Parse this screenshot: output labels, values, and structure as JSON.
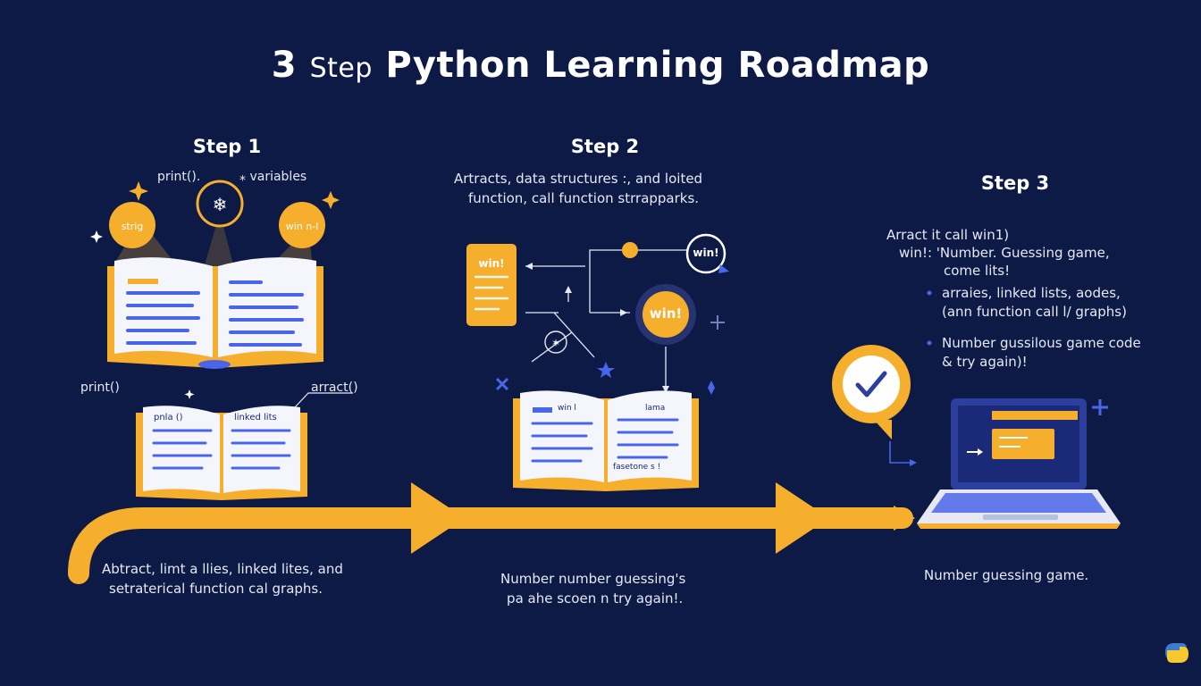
{
  "title": {
    "prefix": "3",
    "step_word": "Step",
    "main": "Python Learning Roadmap"
  },
  "step1": {
    "heading": "Step 1",
    "label_top_left": "print().",
    "label_top_right": "variables",
    "badge_left": "strig",
    "badge_right": "win n-l",
    "label_mid_left": "print()",
    "label_mid_right": "arract()",
    "book_small_left": "pnla ()",
    "book_small_right": "linked lits",
    "bottom_line1": "Abtract, limt a llies, linked lites, and",
    "bottom_line2": "setraterical function cal graphs."
  },
  "step2": {
    "heading": "Step 2",
    "desc_line1": "Artracts, data structures :, and loited",
    "desc_line2": "function, call function strrapparks.",
    "card_label": "win!",
    "circle_small": "win!",
    "circle_big": "win!",
    "book_left_tag": "win l",
    "book_right_tag": "lama",
    "book_right_bottom": "fasetone s !",
    "bottom_line1": "Number number guessing's",
    "bottom_line2": "pa ahe scoen n try again!."
  },
  "step3": {
    "heading": "Step 3",
    "note_line1": "Arract it call  win1)",
    "note_line2": "win!:  'Number. Guessing game,",
    "note_line3": "come lits!",
    "bullet1_line1": "arraies, linked lists, aodes,",
    "bullet1_line2": "(ann function call l/ graphs)",
    "bullet2_line1": "Number gussilous game code",
    "bullet2_line2": "&  try again)!",
    "bottom_line1": "Number guessing game."
  },
  "colors": {
    "background": "#0d1a45",
    "accent_orange": "#f6ae2d",
    "accent_blue": "#4a66e8",
    "page_white": "#f4f6fb"
  },
  "icons": {
    "checkmark": "check-icon",
    "python_logo": "python-logo-icon",
    "sparkle": "sparkle-icon",
    "plus": "plus-icon"
  }
}
